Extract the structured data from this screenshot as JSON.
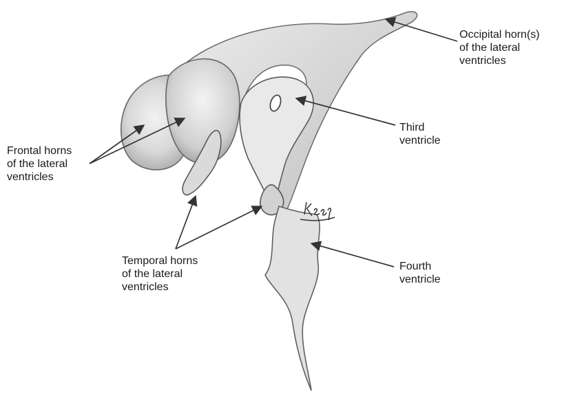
{
  "labels": {
    "occipital": [
      "Occipital horn(s)",
      "of the lateral",
      "ventricles"
    ],
    "third": [
      "Third",
      "ventricle"
    ],
    "frontal": [
      "Frontal horns",
      "of the lateral",
      "ventricles"
    ],
    "temporal": [
      "Temporal horns",
      "of the lateral",
      "ventricles"
    ],
    "fourth": [
      "Fourth",
      "ventricle"
    ]
  },
  "signature": "Kemp"
}
